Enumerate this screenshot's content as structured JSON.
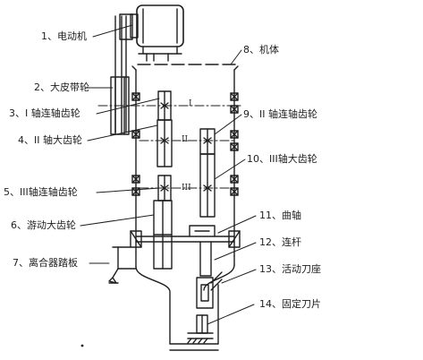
{
  "labels": {
    "l1": "1、电动机",
    "l2": "2、大皮带轮",
    "l3": "3、I 轴连轴齿轮",
    "l4": "4、II 轴大齿轮",
    "l5": "5、III轴连轴齿轮",
    "l6": "6、游动大齿轮",
    "l7": "7、离合器踏板",
    "l8": "8、机体",
    "l9": "9、II 轴连轴齿轮",
    "l10": "10、III轴大齿轮",
    "l11": "11、曲轴",
    "l12": "12、连杆",
    "l13": "13、活动刀座",
    "l14": "14、固定刀片"
  },
  "shaft_marks": {
    "s1": "I",
    "s2": "II",
    "s3": "III"
  }
}
